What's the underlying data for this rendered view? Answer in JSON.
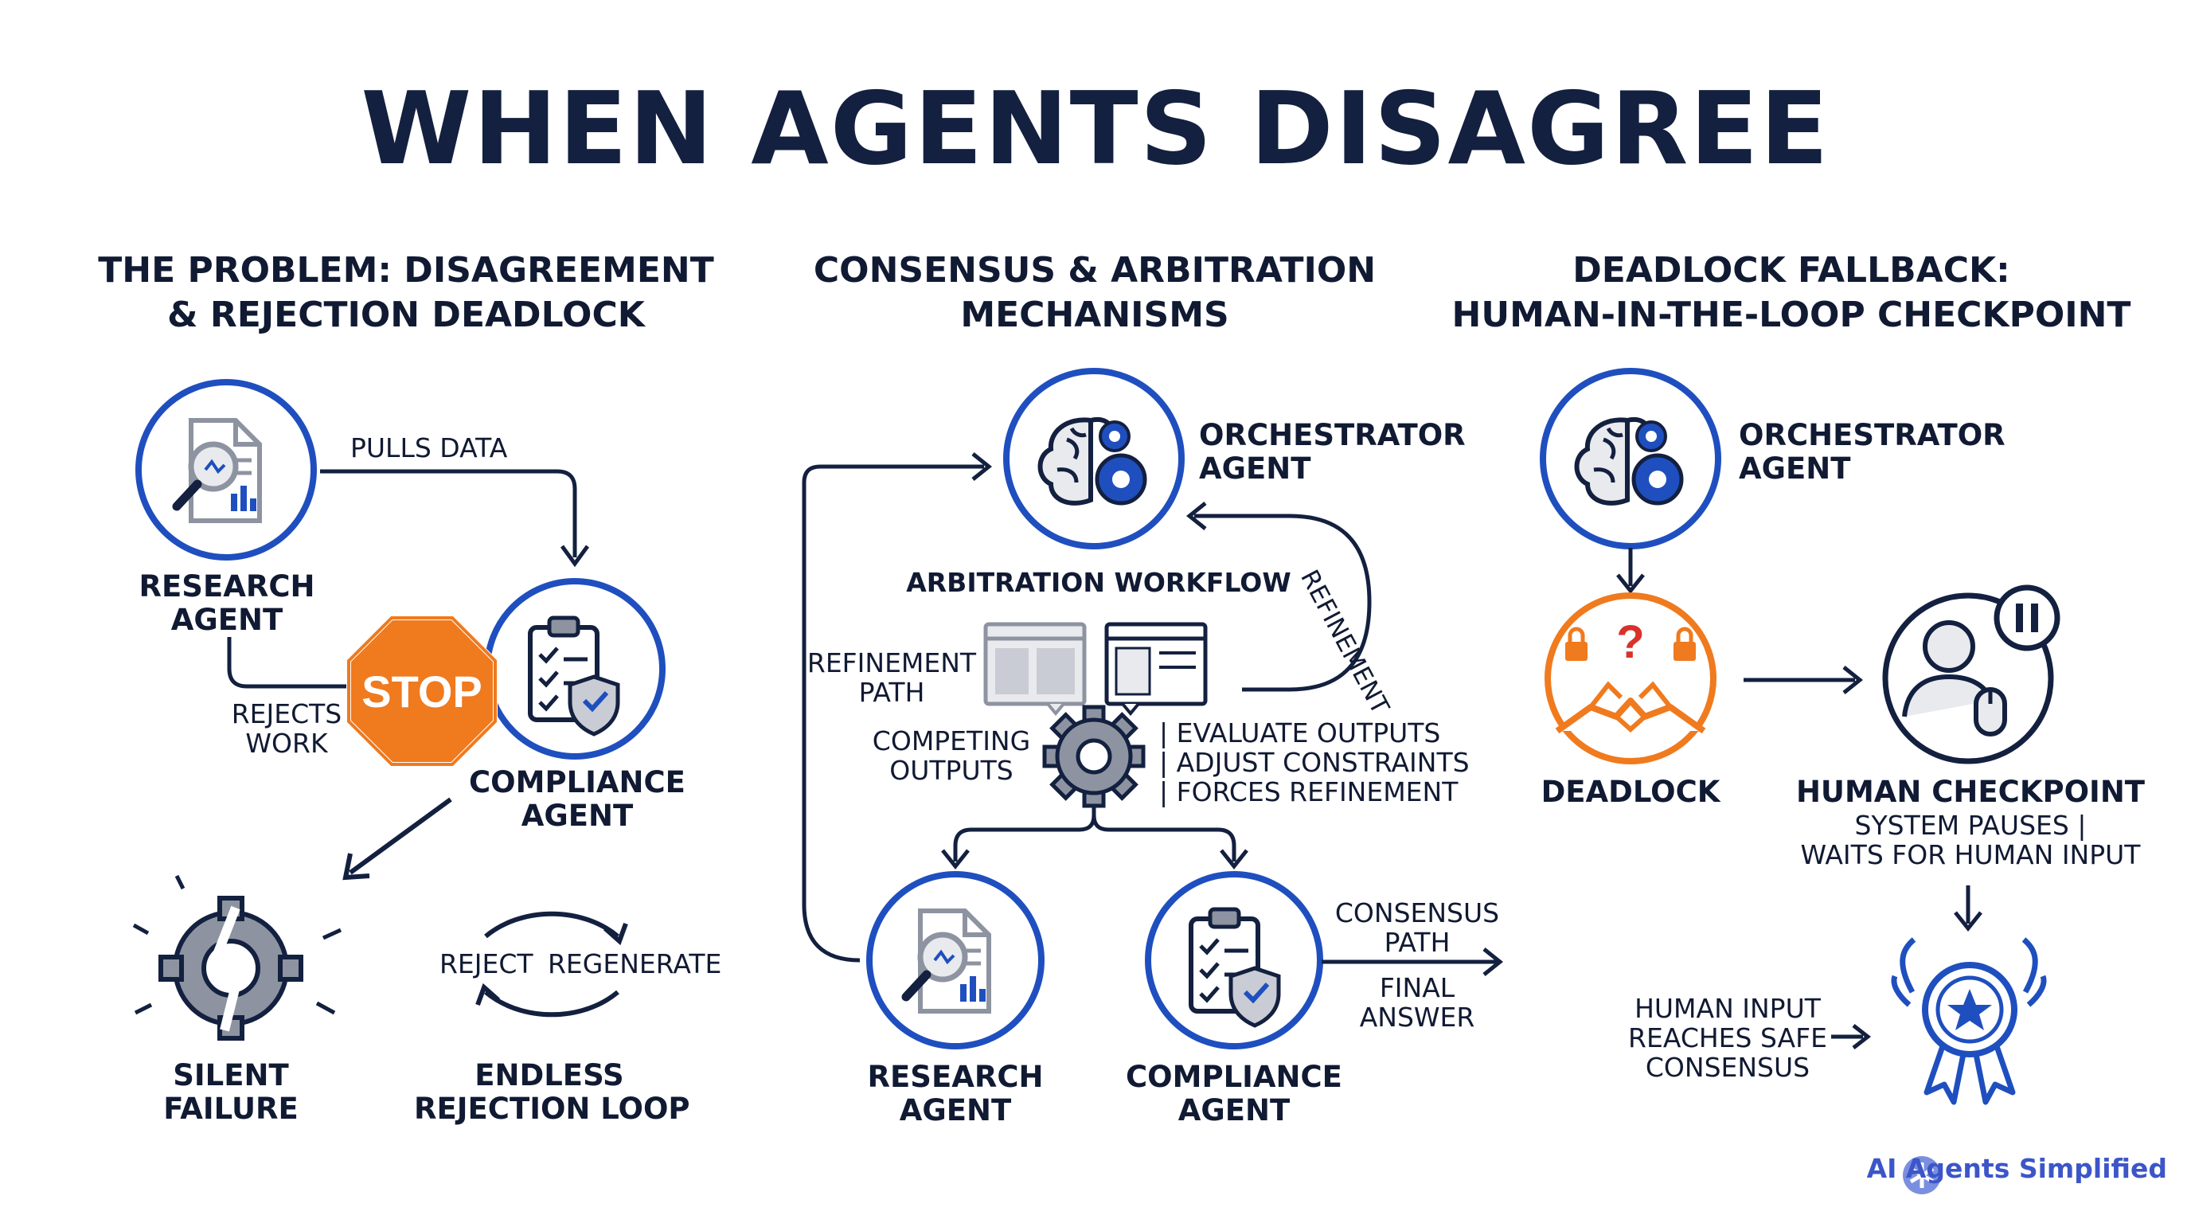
{
  "title": "WHEN AGENTS DISAGREE",
  "columns": [
    {
      "heading": [
        "THE PROBLEM: DISAGREEMENT",
        "& REJECTION DEADLOCK"
      ],
      "research_agent": [
        "RESEARCH",
        "AGENT"
      ],
      "pulls_data": "PULLS DATA",
      "rejects_work": [
        "REJECTS",
        "WORK"
      ],
      "stop": "STOP",
      "compliance_agent": [
        "COMPLIANCE",
        "AGENT"
      ],
      "reject": "REJECT",
      "regenerate": "REGENERATE",
      "silent_failure": [
        "SILENT",
        "FAILURE"
      ],
      "endless_loop": [
        "ENDLESS",
        "REJECTION LOOP"
      ]
    },
    {
      "heading": [
        "CONSENSUS & ARBITRATION",
        "MECHANISMS"
      ],
      "orchestrator_agent": [
        "ORCHESTRATOR",
        "AGENT"
      ],
      "refinement": "REFINEMENT",
      "arbitration_workflow": "ARBITRATION WORKFLOW",
      "refinement_path": [
        "REFINEMENT",
        "PATH"
      ],
      "competing_outputs": [
        "COMPETING",
        "OUTPUTS"
      ],
      "actions": [
        "| EVALUATE OUTPUTS",
        "| ADJUST CONSTRAINTS",
        "| FORCES REFINEMENT"
      ],
      "research_agent": [
        "RESEARCH",
        "AGENT"
      ],
      "compliance_agent": [
        "COMPLIANCE",
        "AGENT"
      ],
      "consensus_path": [
        "CONSENSUS",
        "PATH"
      ],
      "final_answer": [
        "FINAL",
        "ANSWER"
      ]
    },
    {
      "heading": [
        "DEADLOCK FALLBACK:",
        "HUMAN-IN-THE-LOOP CHECKPOINT"
      ],
      "orchestrator_agent": [
        "ORCHESTRATOR",
        "AGENT"
      ],
      "deadlock": "DEADLOCK",
      "human_checkpoint": "HUMAN CHECKPOINT",
      "system_pauses": [
        "SYSTEM PAUSES |",
        "WAITS FOR HUMAN INPUT"
      ],
      "human_input": [
        "HUMAN INPUT",
        "REACHES SAFE",
        "CONSENSUS"
      ]
    }
  ],
  "brand": "AI Agents Simplified",
  "colors": {
    "navy": "#13203f",
    "blue": "#1f4fbf",
    "orange": "#f07a1e",
    "gray": "#8d93a0",
    "red": "#d9322b"
  },
  "icons": [
    "document-search-icon",
    "clipboard-shield-icon",
    "stop-sign-icon",
    "broken-gear-icon",
    "cycle-arrows-icon",
    "brain-gears-icon",
    "window-panel-icon",
    "gear-icon",
    "handshake-lock-icon",
    "user-pause-icon",
    "award-medal-icon"
  ]
}
